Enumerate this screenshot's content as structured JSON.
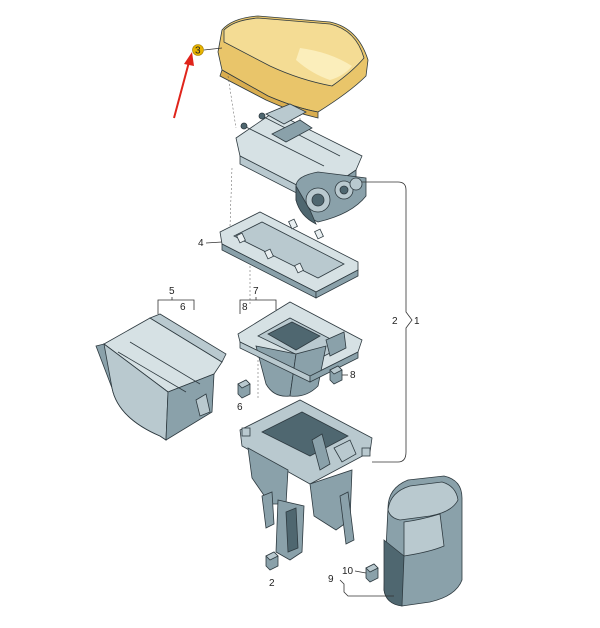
{
  "callouts": {
    "c1": "1",
    "c2": "2",
    "c2b": "2",
    "c3": "3",
    "c4": "4",
    "c5": "5",
    "c6a": "6",
    "c6b": "6",
    "c7": "7",
    "c8a": "8",
    "c8b": "8",
    "c9": "9",
    "c10": "10"
  },
  "colors": {
    "highlight_part": "#f2d583",
    "highlight_marker": "#e8b400",
    "arrow": "#e0241b",
    "part_fill": "#8aa1aa",
    "part_dark": "#4f6770"
  }
}
